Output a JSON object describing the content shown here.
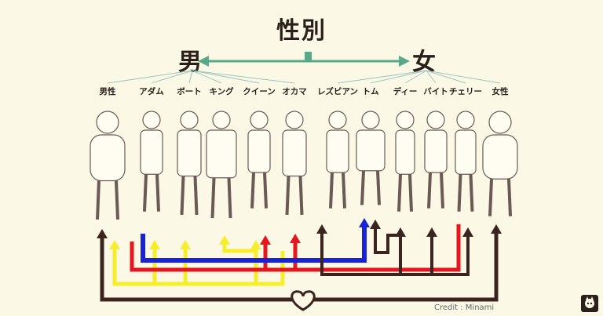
{
  "header": {
    "title": "性別"
  },
  "sexes": {
    "male": "男",
    "female": "女"
  },
  "categories": [
    {
      "id": "male",
      "label": "男性",
      "side": "male"
    },
    {
      "id": "adam",
      "label": "アダム",
      "side": "male"
    },
    {
      "id": "boat",
      "label": "ボート",
      "side": "male"
    },
    {
      "id": "king",
      "label": "キング",
      "side": "male"
    },
    {
      "id": "queen",
      "label": "クイーン",
      "side": "male"
    },
    {
      "id": "okama",
      "label": "オカマ",
      "side": "male"
    },
    {
      "id": "lesbian",
      "label": "レズビアン",
      "side": "female"
    },
    {
      "id": "tom",
      "label": "トム",
      "side": "female"
    },
    {
      "id": "dee",
      "label": "ディー",
      "side": "female"
    },
    {
      "id": "bite",
      "label": "バイト",
      "side": "female"
    },
    {
      "id": "cherry",
      "label": "チェリー",
      "side": "female"
    },
    {
      "id": "female",
      "label": "女性",
      "side": "female"
    }
  ],
  "connection_colors": {
    "brown": "#3b2420",
    "yellow": "#f7ee2a",
    "red": "#e5161e",
    "blue": "#1a22d6"
  },
  "credit": "Credit : Minami",
  "icons": {
    "center": "heart-icon",
    "logo": "cat-logo-icon"
  }
}
